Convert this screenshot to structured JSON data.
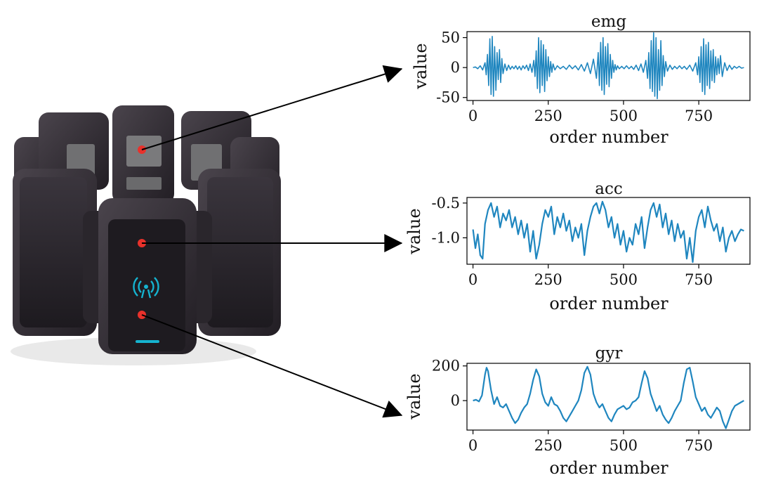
{
  "colors": {
    "series": "#1f86bf",
    "device_body": "#2f2a30",
    "device_window": "#6d6d6f",
    "sensor_dot": "#e8312b",
    "logo": "#15b3cf",
    "arrow": "#000000"
  },
  "device": {
    "logo_icon": "myo-wireless-logo-icon",
    "sensor_points": [
      "emg-sensor",
      "acc-sensor",
      "gyr-sensor"
    ]
  },
  "chart_data": [
    {
      "type": "line",
      "title": "emg",
      "xlabel": "order number",
      "ylabel": "value",
      "xlim": [
        -20,
        920
      ],
      "ylim": [
        -55,
        60
      ],
      "xticks": [
        {
          "value": 0,
          "label": "0"
        },
        {
          "value": 250,
          "label": "250"
        },
        {
          "value": 500,
          "label": "500"
        },
        {
          "value": 750,
          "label": "750"
        }
      ],
      "yticks": [
        {
          "value": 50,
          "label": "50"
        },
        {
          "value": 0,
          "label": "0"
        },
        {
          "value": -50,
          "label": "-50"
        }
      ],
      "x": [
        0,
        8,
        16,
        24,
        32,
        40,
        44,
        48,
        52,
        56,
        60,
        64,
        68,
        72,
        76,
        80,
        84,
        88,
        92,
        96,
        100,
        106,
        112,
        118,
        124,
        130,
        136,
        142,
        148,
        154,
        160,
        166,
        172,
        178,
        184,
        190,
        196,
        202,
        206,
        210,
        214,
        218,
        222,
        226,
        230,
        234,
        238,
        242,
        246,
        250,
        254,
        258,
        262,
        266,
        272,
        280,
        290,
        300,
        310,
        320,
        330,
        340,
        350,
        360,
        370,
        380,
        390,
        400,
        410,
        416,
        420,
        424,
        428,
        432,
        436,
        440,
        444,
        448,
        452,
        456,
        460,
        464,
        468,
        472,
        476,
        480,
        486,
        494,
        502,
        510,
        518,
        526,
        534,
        542,
        550,
        558,
        566,
        574,
        580,
        584,
        588,
        592,
        596,
        600,
        604,
        608,
        612,
        616,
        620,
        624,
        628,
        632,
        636,
        640,
        646,
        654,
        662,
        670,
        678,
        686,
        694,
        702,
        710,
        720,
        730,
        740,
        746,
        750,
        754,
        758,
        762,
        766,
        770,
        774,
        778,
        782,
        786,
        790,
        794,
        798,
        802,
        806,
        810,
        814,
        818,
        822,
        828,
        836,
        844,
        852,
        860,
        868,
        876,
        884,
        892,
        900
      ],
      "y": [
        0,
        1,
        -2,
        3,
        -4,
        8,
        -12,
        22,
        -30,
        48,
        -45,
        52,
        -48,
        35,
        -38,
        25,
        -20,
        30,
        -25,
        15,
        -10,
        6,
        -5,
        4,
        -3,
        2,
        -2,
        3,
        -3,
        2,
        -4,
        3,
        -2,
        4,
        -5,
        6,
        -8,
        12,
        -15,
        28,
        -35,
        50,
        -42,
        45,
        -30,
        38,
        -40,
        30,
        -22,
        18,
        -15,
        10,
        -8,
        6,
        -4,
        3,
        -2,
        2,
        -3,
        4,
        -2,
        3,
        -4,
        5,
        -6,
        8,
        -10,
        14,
        -18,
        25,
        -30,
        42,
        -38,
        50,
        -45,
        35,
        -28,
        40,
        -32,
        22,
        -18,
        12,
        -8,
        5,
        -4,
        3,
        -2,
        2,
        -2,
        3,
        -2,
        2,
        -3,
        4,
        -5,
        6,
        -8,
        12,
        -18,
        25,
        -35,
        45,
        -40,
        58,
        -48,
        50,
        -52,
        30,
        -38,
        45,
        -30,
        20,
        -15,
        10,
        -6,
        4,
        -3,
        2,
        -2,
        3,
        -2,
        2,
        -3,
        4,
        -6,
        8,
        -12,
        18,
        -25,
        35,
        -40,
        48,
        -45,
        38,
        -30,
        42,
        -35,
        28,
        -22,
        30,
        -25,
        18,
        -12,
        15,
        -10,
        20,
        -15,
        8,
        -5,
        4,
        -3,
        2,
        -1,
        2,
        -1,
        0
      ]
    },
    {
      "type": "line",
      "title": "acc",
      "xlabel": "order number",
      "ylabel": "value",
      "xlim": [
        -20,
        920
      ],
      "ylim": [
        -1.38,
        -0.42
      ],
      "xticks": [
        {
          "value": 0,
          "label": "0"
        },
        {
          "value": 250,
          "label": "250"
        },
        {
          "value": 500,
          "label": "500"
        },
        {
          "value": 750,
          "label": "750"
        }
      ],
      "yticks": [
        {
          "value": -0.5,
          "label": "-0.5"
        },
        {
          "value": -1.0,
          "label": "-1.0"
        }
      ],
      "x": [
        0,
        8,
        16,
        24,
        32,
        40,
        50,
        60,
        70,
        80,
        90,
        100,
        110,
        120,
        130,
        140,
        150,
        160,
        170,
        180,
        190,
        200,
        210,
        220,
        230,
        240,
        250,
        260,
        270,
        280,
        290,
        300,
        310,
        320,
        330,
        340,
        350,
        360,
        370,
        380,
        390,
        400,
        410,
        420,
        430,
        440,
        450,
        460,
        470,
        480,
        490,
        500,
        510,
        520,
        530,
        540,
        550,
        560,
        570,
        580,
        590,
        600,
        610,
        620,
        630,
        640,
        650,
        660,
        670,
        680,
        690,
        700,
        710,
        720,
        730,
        740,
        750,
        760,
        770,
        780,
        790,
        800,
        810,
        820,
        830,
        840,
        850,
        860,
        870,
        880,
        890,
        900
      ],
      "y": [
        -0.88,
        -1.15,
        -0.95,
        -1.25,
        -1.3,
        -0.8,
        -0.6,
        -0.5,
        -0.7,
        -0.55,
        -0.85,
        -0.65,
        -0.75,
        -0.6,
        -0.85,
        -0.7,
        -0.95,
        -0.75,
        -1.0,
        -0.8,
        -1.2,
        -0.9,
        -1.3,
        -1.1,
        -0.8,
        -0.6,
        -0.7,
        -0.55,
        -0.95,
        -0.7,
        -0.85,
        -0.65,
        -0.9,
        -0.75,
        -1.05,
        -0.85,
        -1.0,
        -0.8,
        -1.25,
        -0.9,
        -0.7,
        -0.55,
        -0.5,
        -0.65,
        -0.48,
        -0.6,
        -0.85,
        -0.7,
        -1.0,
        -0.8,
        -1.1,
        -0.9,
        -1.2,
        -1.0,
        -1.1,
        -0.8,
        -0.95,
        -0.7,
        -1.15,
        -0.85,
        -0.6,
        -0.5,
        -0.7,
        -0.52,
        -0.85,
        -0.65,
        -0.95,
        -0.75,
        -1.05,
        -0.8,
        -1.0,
        -0.9,
        -1.3,
        -1.0,
        -1.35,
        -0.9,
        -0.7,
        -0.6,
        -0.85,
        -0.55,
        -0.75,
        -0.9,
        -0.8,
        -1.05,
        -0.85,
        -1.2,
        -1.0,
        -0.9,
        -1.05,
        -0.95,
        -0.88,
        -0.9
      ]
    },
    {
      "type": "line",
      "title": "gyr",
      "xlabel": "order number",
      "ylabel": "value",
      "xlim": [
        -20,
        920
      ],
      "ylim": [
        -170,
        215
      ],
      "xticks": [
        {
          "value": 0,
          "label": "0"
        },
        {
          "value": 250,
          "label": "250"
        },
        {
          "value": 500,
          "label": "500"
        },
        {
          "value": 750,
          "label": "750"
        }
      ],
      "yticks": [
        {
          "value": 200,
          "label": "200"
        },
        {
          "value": 0,
          "label": "0"
        }
      ],
      "x": [
        0,
        10,
        20,
        30,
        40,
        45,
        50,
        60,
        70,
        80,
        90,
        100,
        110,
        120,
        130,
        140,
        150,
        160,
        170,
        180,
        190,
        200,
        210,
        220,
        230,
        240,
        250,
        260,
        270,
        280,
        290,
        300,
        310,
        320,
        330,
        340,
        350,
        360,
        370,
        380,
        390,
        400,
        410,
        420,
        430,
        440,
        450,
        460,
        470,
        480,
        490,
        500,
        510,
        520,
        530,
        540,
        550,
        560,
        570,
        580,
        590,
        600,
        610,
        620,
        630,
        640,
        650,
        660,
        670,
        680,
        690,
        700,
        710,
        720,
        730,
        740,
        750,
        760,
        770,
        780,
        790,
        800,
        810,
        820,
        830,
        840,
        850,
        860,
        870,
        880,
        890,
        900
      ],
      "y": [
        0,
        5,
        -5,
        30,
        150,
        190,
        170,
        60,
        -20,
        20,
        -30,
        -40,
        -20,
        -60,
        -100,
        -130,
        -110,
        -70,
        -40,
        -20,
        40,
        120,
        180,
        140,
        40,
        -10,
        -30,
        20,
        -20,
        -30,
        -60,
        -100,
        -120,
        -90,
        -60,
        -30,
        0,
        60,
        160,
        195,
        150,
        40,
        -10,
        -40,
        -20,
        -60,
        -100,
        -120,
        -80,
        -50,
        -40,
        -30,
        -50,
        -40,
        -10,
        0,
        20,
        100,
        170,
        130,
        40,
        -10,
        -60,
        -30,
        -80,
        -110,
        -130,
        -100,
        -60,
        -30,
        0,
        100,
        180,
        190,
        110,
        20,
        -20,
        -60,
        -40,
        -80,
        -100,
        -70,
        -40,
        -60,
        -120,
        -160,
        -110,
        -60,
        -30,
        -20,
        -10,
        0
      ]
    }
  ]
}
